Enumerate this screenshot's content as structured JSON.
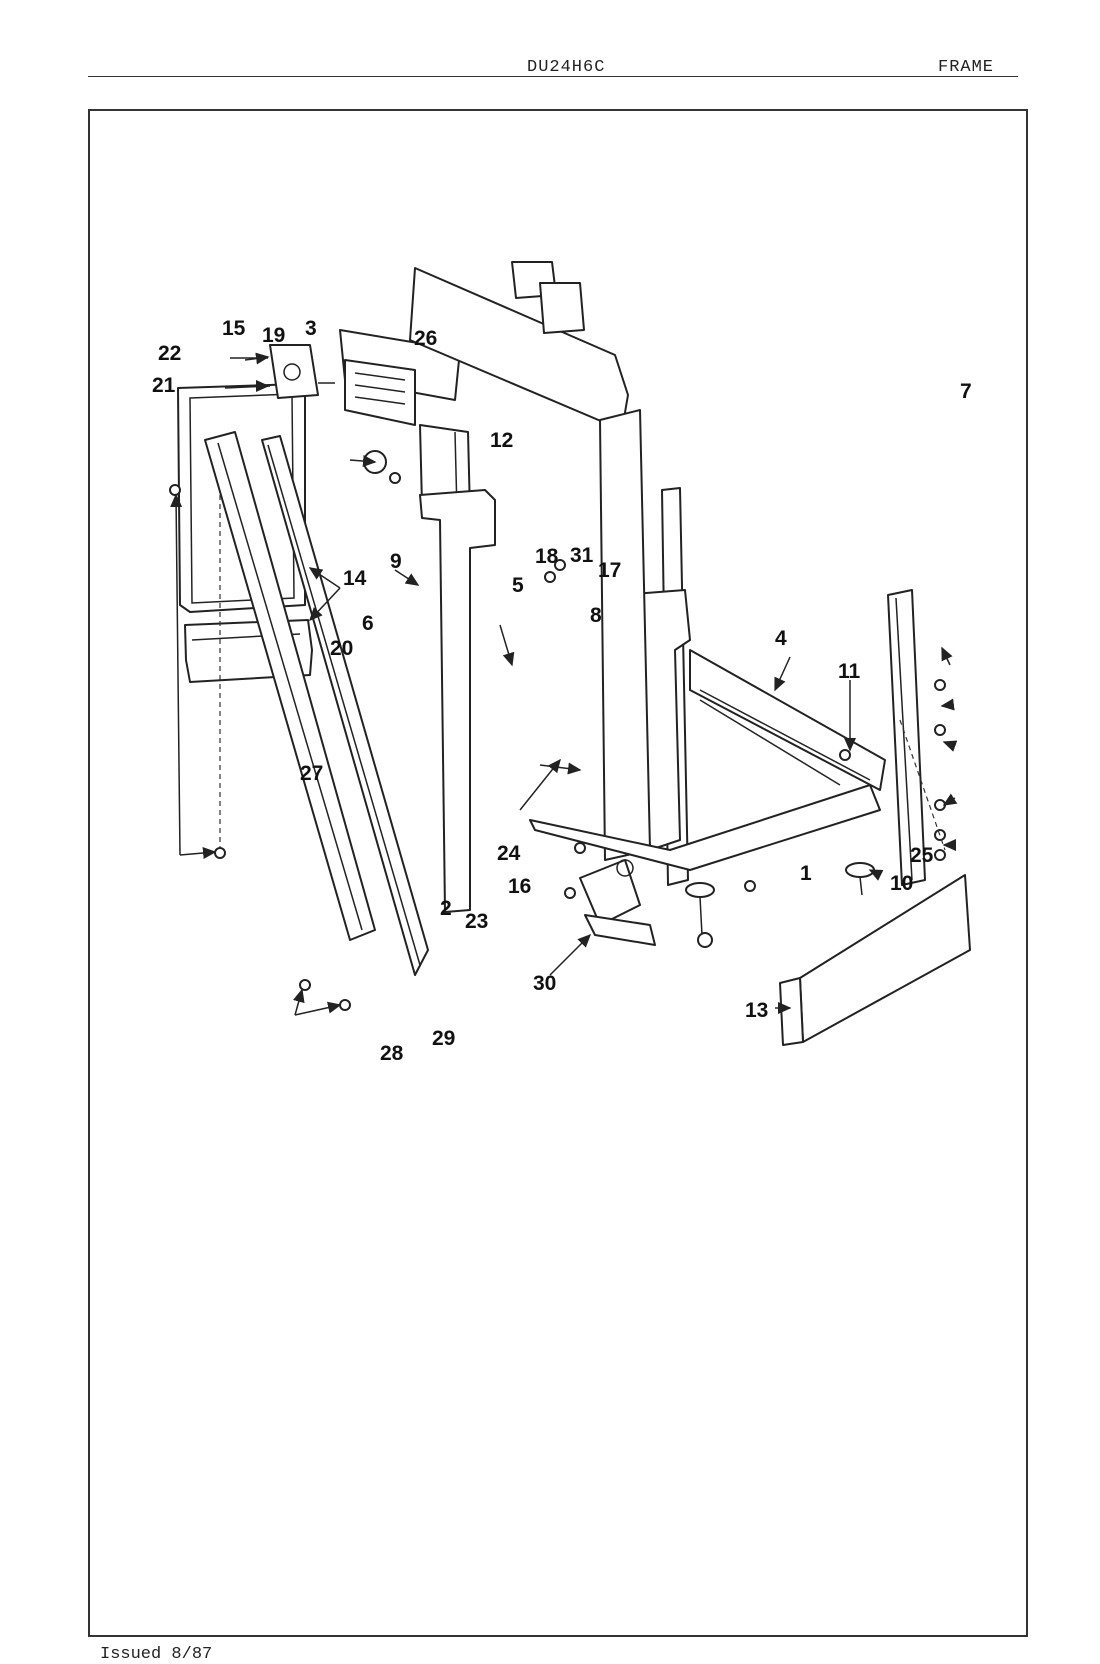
{
  "header": {
    "model": "DU24H6C",
    "section": "FRAME"
  },
  "footer": {
    "issued": "Issued 8/87"
  },
  "callouts": [
    "1",
    "2",
    "3",
    "4",
    "5",
    "6",
    "7",
    "8",
    "9",
    "10",
    "11",
    "12",
    "13",
    "14",
    "15",
    "16",
    "17",
    "18",
    "19",
    "20",
    "21",
    "22",
    "23",
    "24",
    "25",
    "26",
    "27",
    "28",
    "29",
    "30",
    "31"
  ]
}
